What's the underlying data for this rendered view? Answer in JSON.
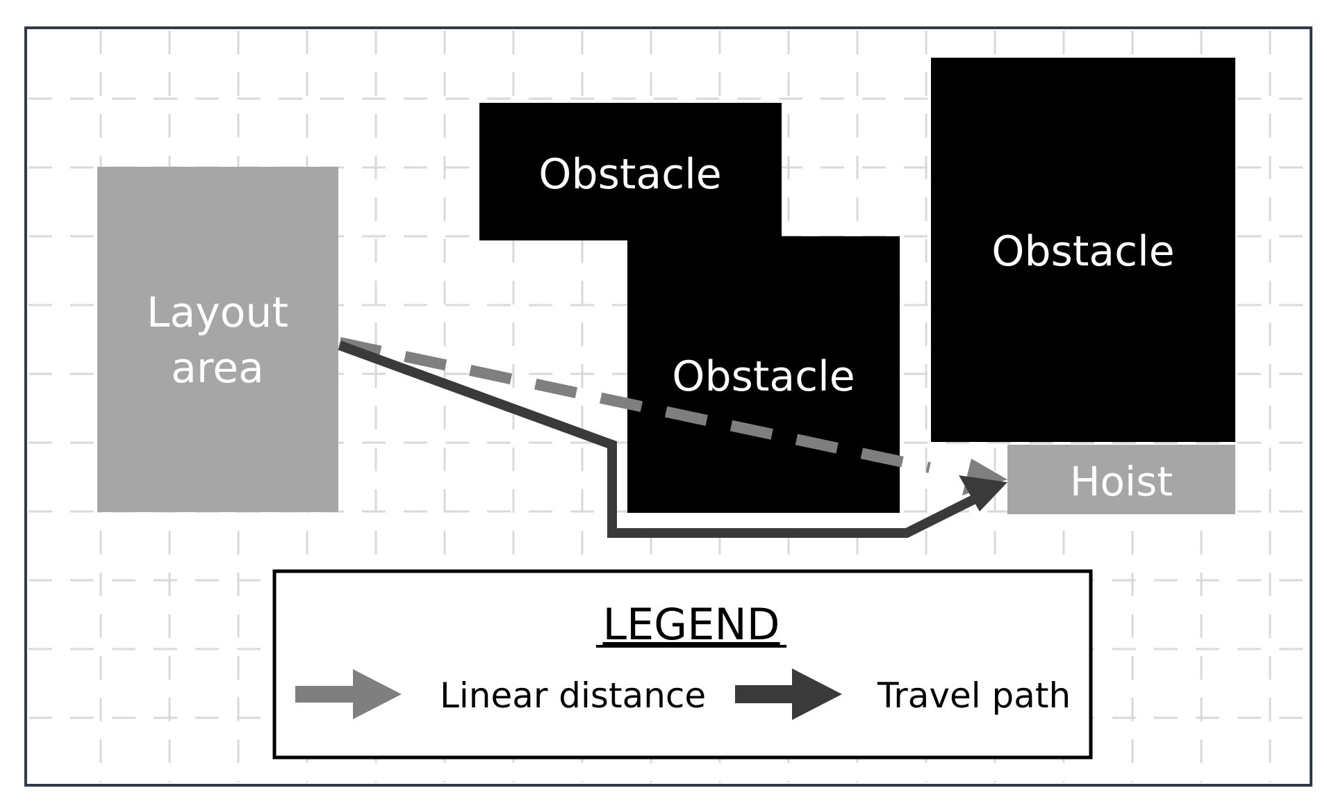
{
  "diagram": {
    "layout_area": {
      "line1": "Layout",
      "line2": "area"
    },
    "obstacles": [
      "Obstacle",
      "Obstacle",
      "Obstacle"
    ],
    "hoist": "Hoist",
    "legend": {
      "title": "LEGEND",
      "linear_distance": "Linear distance",
      "travel_path": "Travel path"
    }
  },
  "colors": {
    "frame": "#2f3b4a",
    "grid": "#d9d9d9",
    "layout_area": "#a6a6a6",
    "obstacle": "#000000",
    "hoist": "#a6a6a6",
    "linear_distance": "#7f7f7f",
    "travel_path": "#3a3a3a"
  }
}
